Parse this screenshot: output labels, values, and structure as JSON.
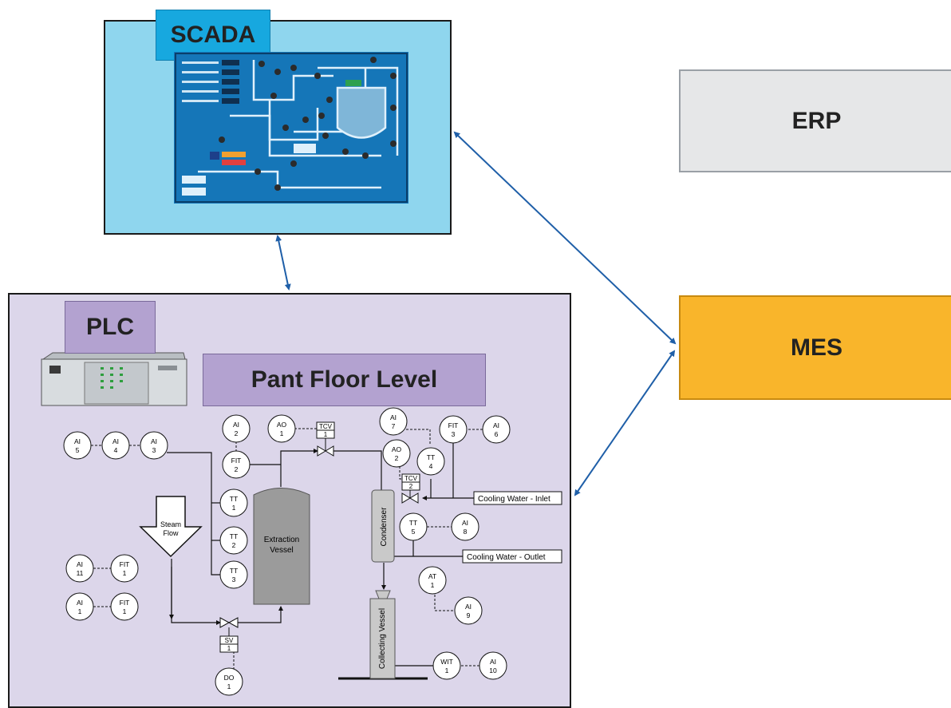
{
  "scada": {
    "label": "SCADA"
  },
  "erp": {
    "label": "ERP"
  },
  "mes": {
    "label": "MES"
  },
  "plc": {
    "label": "PLC"
  },
  "plant_floor": {
    "label": "Pant Floor Level"
  },
  "pid": {
    "instruments": [
      {
        "id": "ai5",
        "top": "AI",
        "bot": "5"
      },
      {
        "id": "ai4",
        "top": "AI",
        "bot": "4"
      },
      {
        "id": "ai3",
        "top": "AI",
        "bot": "3"
      },
      {
        "id": "ai2",
        "top": "AI",
        "bot": "2"
      },
      {
        "id": "ao1",
        "top": "AO",
        "bot": "1"
      },
      {
        "id": "fit2",
        "top": "FIT",
        "bot": "2"
      },
      {
        "id": "tt1",
        "top": "TT",
        "bot": "1"
      },
      {
        "id": "tt2",
        "top": "TT",
        "bot": "2"
      },
      {
        "id": "tt3",
        "top": "TT",
        "bot": "3"
      },
      {
        "id": "ai11",
        "top": "AI",
        "bot": "11"
      },
      {
        "id": "fit1a",
        "top": "FIT",
        "bot": "1"
      },
      {
        "id": "ai1",
        "top": "AI",
        "bot": "1"
      },
      {
        "id": "fit1b",
        "top": "FIT",
        "bot": "1"
      },
      {
        "id": "do1",
        "top": "DO",
        "bot": "1"
      },
      {
        "id": "ai7",
        "top": "AI",
        "bot": "7"
      },
      {
        "id": "ao2",
        "top": "AO",
        "bot": "2"
      },
      {
        "id": "tt4",
        "top": "TT",
        "bot": "4"
      },
      {
        "id": "fit3",
        "top": "FIT",
        "bot": "3"
      },
      {
        "id": "ai6",
        "top": "AI",
        "bot": "6"
      },
      {
        "id": "tt5",
        "top": "TT",
        "bot": "5"
      },
      {
        "id": "ai8",
        "top": "AI",
        "bot": "8"
      },
      {
        "id": "at1",
        "top": "AT",
        "bot": "1"
      },
      {
        "id": "ai9",
        "top": "AI",
        "bot": "9"
      },
      {
        "id": "wit1",
        "top": "WIT",
        "bot": "1"
      },
      {
        "id": "ai10",
        "top": "AI",
        "bot": "10"
      }
    ],
    "tcv1": {
      "top": "TCV",
      "bot": "1"
    },
    "tcv2": {
      "top": "TCV",
      "bot": "2"
    },
    "sv1": {
      "top": "SV",
      "bot": "1"
    },
    "steam_flow": {
      "line1": "Steam",
      "line2": "Flow"
    },
    "extraction_vessel": {
      "line1": "Extraction",
      "line2": "Vessel"
    },
    "condenser": "Condenser",
    "collecting_vessel": "Collecting Vessel",
    "cooling_inlet": "Cooling Water - Inlet",
    "cooling_outlet": "Cooling Water - Outlet"
  },
  "colors": {
    "scada_bg": "#8fd6ee",
    "scada_tab": "#17a8df",
    "scada_screen": "#1576b8",
    "erp_bg": "#e6e7e8",
    "mes_bg": "#f9b52b",
    "plant_bg": "#dcd6ea",
    "plc_tab": "#b3a2d0",
    "arrow": "#1f5fa8",
    "vessel": "#9b9b9b"
  }
}
